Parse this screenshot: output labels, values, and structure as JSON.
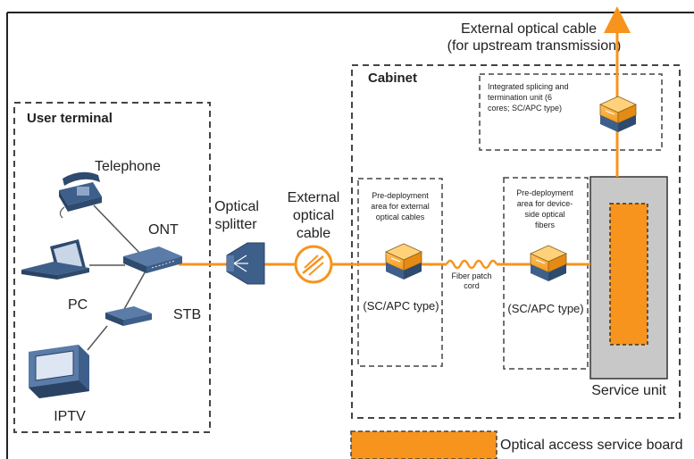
{
  "upstream": {
    "line1": "External optical cable",
    "line2": "(for upstream transmission)"
  },
  "cabinet": {
    "title": "Cabinet"
  },
  "user_terminal": {
    "title": "User terminal"
  },
  "devices": {
    "telephone": "Telephone",
    "ont": "ONT",
    "pc": "PC",
    "stb": "STB",
    "iptv": "IPTV"
  },
  "splitter": {
    "line1": "Optical",
    "line2": "splitter"
  },
  "ext_cable": {
    "line1": "External",
    "line2": "optical",
    "line3": "cable"
  },
  "integrated_unit": {
    "line1": "Integrated splicing and",
    "line2": "termination unit (6",
    "line3": "cores; SC/APC type)"
  },
  "predeploy_external": {
    "line1": "Pre-deployment",
    "line2": "area for external",
    "line3": "optical cables",
    "type": "(SC/APC type)"
  },
  "predeploy_device": {
    "line1": "Pre-deployment",
    "line2": "area for device-",
    "line3": "side optical",
    "line4": "fibers",
    "type": "(SC/APC type)"
  },
  "patch_cord": {
    "line1": "Fiber patch",
    "line2": "cord"
  },
  "service_unit": {
    "label": "Service unit"
  },
  "legend": {
    "label": "Optical access service board"
  },
  "colors": {
    "orange": "#F7941D",
    "dashed": "#444444",
    "device": "#3E5F8A",
    "service_gray": "#C8C8C8"
  }
}
